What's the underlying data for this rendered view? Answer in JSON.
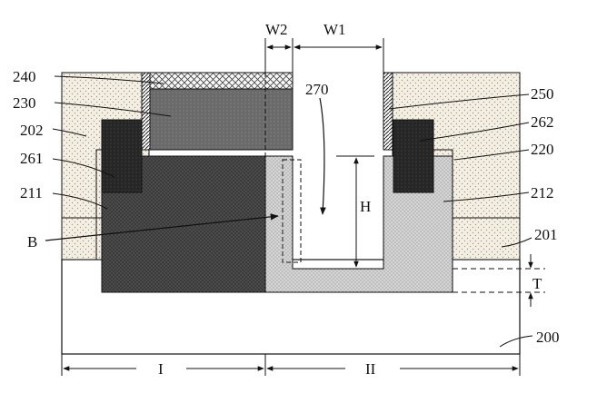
{
  "labels": {
    "w2": "W2",
    "w1": "W1",
    "l240": "240",
    "l230": "230",
    "l202": "202",
    "l261": "261",
    "l211": "211",
    "lB": "B",
    "l270": "270",
    "lH": "H",
    "l250": "250",
    "l262": "262",
    "l220": "220",
    "l212": "212",
    "l201": "201",
    "lT": "T",
    "l200": "200",
    "regionI": "I",
    "regionII": "II"
  },
  "colors": {
    "outline": "#111111",
    "dielectric_dots": "#f3ecd8",
    "region_I_fill": "#3d3d3d",
    "region_II_fill": "#d2d2d2",
    "gate_fill": "#6a6a6a",
    "contact_fill": "#262626",
    "substrate": "#ffffff"
  }
}
